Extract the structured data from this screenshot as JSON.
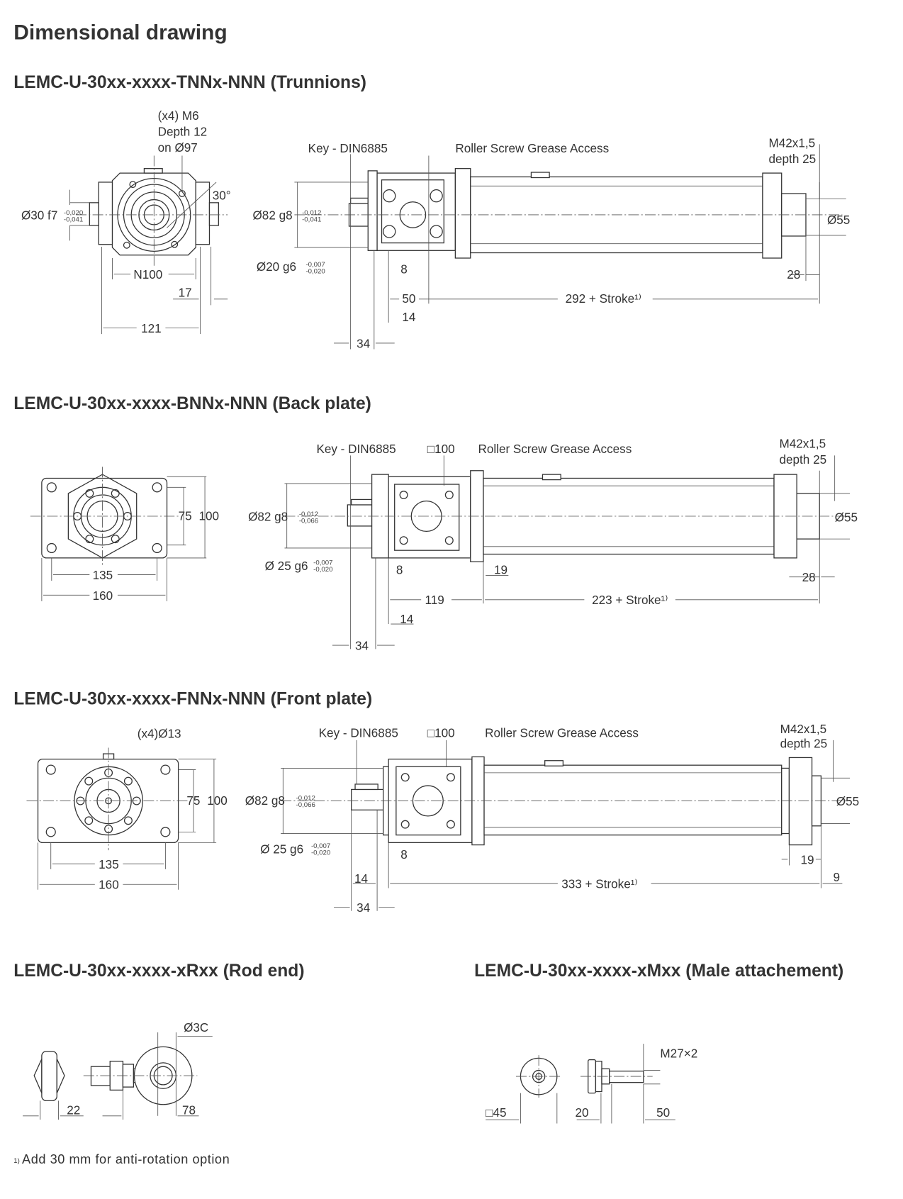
{
  "title": "Dimensional drawing",
  "trunnions": {
    "heading": "LEMC-U-30xx-xxxx-TNNx-NNN (Trunnions)",
    "thread_note": [
      "(x4) M6",
      "Depth 12",
      "on Ø97"
    ],
    "angle": "30°",
    "pin_dia": "Ø30 f7",
    "pin_tol": [
      "-0,020",
      "-0,041"
    ],
    "n100": "N100",
    "d17": "17",
    "d121": "121",
    "key": "Key - DIN6885",
    "grease": "Roller Screw Grease Access",
    "thread": [
      "M42x1,5",
      "depth 25"
    ],
    "d82": "Ø82 g8",
    "d82_tol": [
      "-0,012",
      "-0,041"
    ],
    "d20": "Ø20 g6",
    "d20_tol": [
      "-0,007",
      "-0,020"
    ],
    "d8": "8",
    "d50": "50",
    "d14": "14",
    "d34": "34",
    "length": "292 + Stroke¹⁾",
    "d28": "28",
    "d55": "Ø55"
  },
  "backplate": {
    "heading": "LEMC-U-30xx-xxxx-BNNx-NNN (Back plate)",
    "d75": "75",
    "d100": "100",
    "d135": "135",
    "d160": "160",
    "key": "Key - DIN6885",
    "sq100": "□100",
    "grease": "Roller Screw Grease Access",
    "thread": [
      "M42x1,5",
      "depth 25"
    ],
    "d82": "Ø82 g8",
    "d82_tol": [
      "-0,012",
      "-0,066"
    ],
    "d25": "Ø 25 g6",
    "d25_tol": [
      "-0,007",
      "-0,020"
    ],
    "d8": "8",
    "d19": "19",
    "d28": "28",
    "d119": "119",
    "length": "223 + Stroke¹⁾",
    "d14": "14",
    "d34": "34",
    "d55": "Ø55"
  },
  "frontplate": {
    "heading": "LEMC-U-30xx-xxxx-FNNx-NNN (Front plate)",
    "holes": "(x4)Ø13",
    "d75": "75",
    "d100": "100",
    "d135": "135",
    "d160": "160",
    "key": "Key - DIN6885",
    "sq100": "□100",
    "grease": "Roller Screw Grease Access",
    "thread": [
      "M42x1,5",
      "depth 25"
    ],
    "d82": "Ø82 g8",
    "d82_tol": [
      "-0,012",
      "-0,066"
    ],
    "d25": "Ø 25 g6",
    "d25_tol": [
      "-0,007",
      "-0,020"
    ],
    "d8": "8",
    "d19": "19",
    "d9": "9",
    "d14": "14",
    "length": "333 + Stroke¹⁾",
    "d34": "34",
    "d55": "Ø55"
  },
  "rodend": {
    "heading": "LEMC-U-30xx-xxxx-xRxx (Rod end)",
    "d30": "Ø3C",
    "d22": "22",
    "d78": "78"
  },
  "male": {
    "heading": "LEMC-U-30xx-xxxx-xMxx (Male attachement)",
    "thread": "M27×2",
    "sq45": "□45",
    "d20": "20",
    "d50": "50"
  },
  "footnote": {
    "mark": "1)",
    "text": "Add 30 mm for anti-rotation option"
  }
}
